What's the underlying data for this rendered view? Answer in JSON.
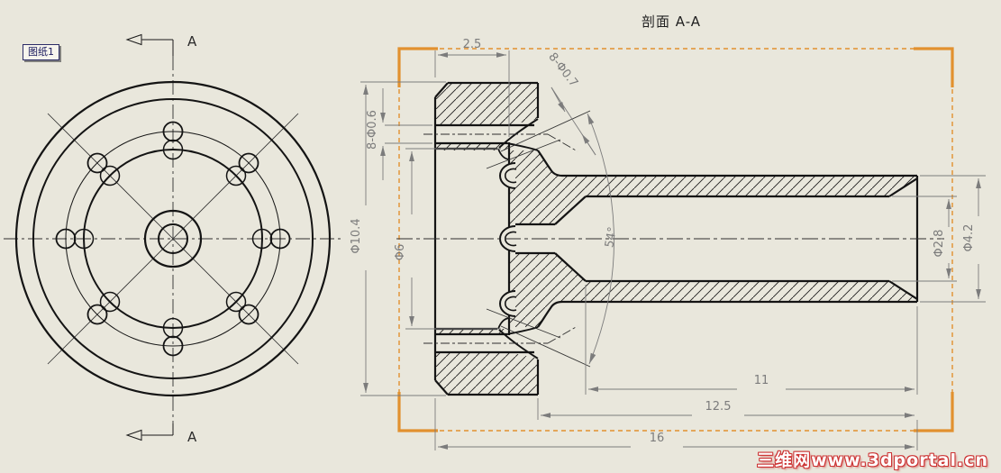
{
  "sheet_label": "图纸1",
  "section_view": {
    "title": "剖面 A-A",
    "arrow_label_top": "A",
    "arrow_label_bottom": "A"
  },
  "dimensions": {
    "flange_recess_depth": "2.5",
    "counterbore_holes": "8-Φ0.7",
    "countersink_angle": "54°",
    "small_holes": "8-Φ0.6",
    "recess_diameter": "Φ6",
    "flange_outer_diameter": "Φ10.4",
    "bore_diameter": "Φ2.8",
    "shaft_outer_diameter": "Φ4.2",
    "bore_length": "11",
    "shaft_length": "12.5",
    "overall_length": "16"
  },
  "watermark": "三维网www.3dportal.cn",
  "colors": {
    "background": "#e9e7dc",
    "line": "#141414",
    "dimension_gray": "#7c7c7c",
    "selection_orange": "#e2912f",
    "watermark_red": "#cc3333",
    "sheet_label_text": "#1a1a5e"
  }
}
